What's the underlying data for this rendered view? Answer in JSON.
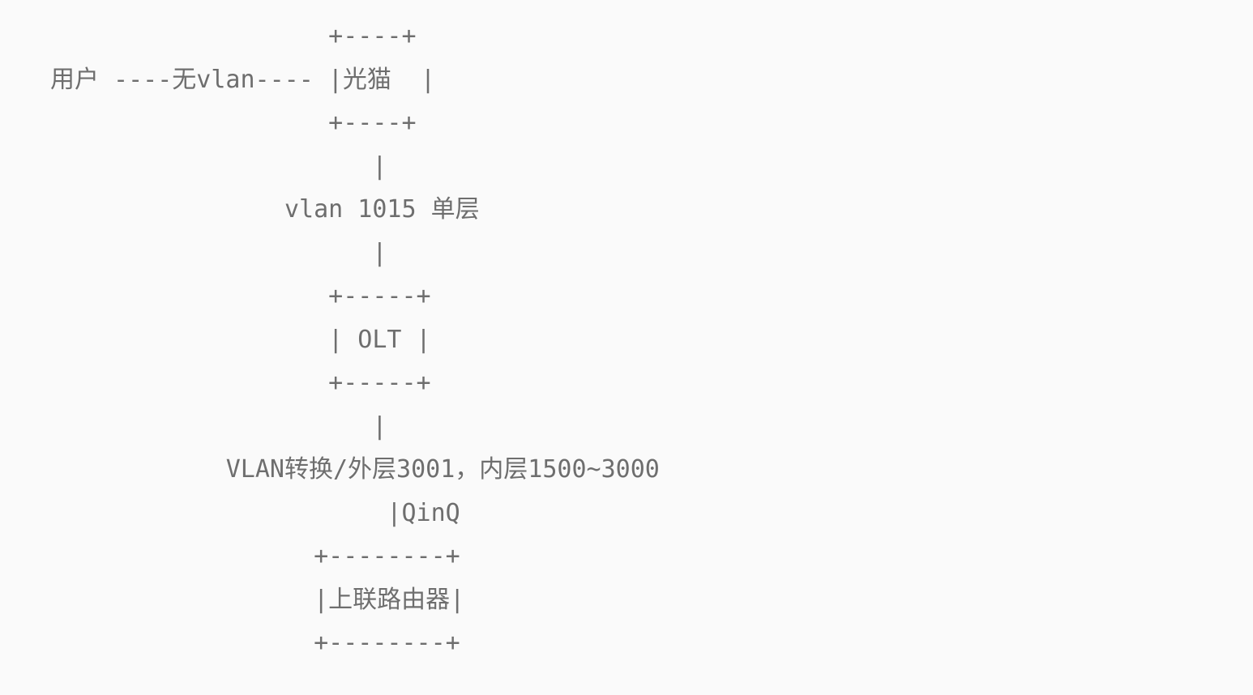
{
  "panel": {
    "background_color": "#fafafa",
    "text_color": "#6e6e6e",
    "corner_radius": "14px"
  },
  "diagram": {
    "kind": "ascii-art-network-topology",
    "description": "PON access network VLAN tagging path from subscriber through ONU, OLT and uplink router",
    "nodes": [
      {
        "id": "user",
        "label": "用户"
      },
      {
        "id": "onu",
        "label": "光猫",
        "box_top": "+----+",
        "box_body": "|光猫  |",
        "box_bottom": "+----+"
      },
      {
        "id": "olt",
        "label": "OLT",
        "box_top": "+-----+",
        "box_body": "| OLT |",
        "box_bottom": "+-----+"
      },
      {
        "id": "uplink-router",
        "label": "上联路由器",
        "box_top": "+--------+",
        "box_body": "|上联路由器|",
        "box_bottom": "+--------+"
      }
    ],
    "links": [
      {
        "id": "user-to-onu",
        "label": "无vlan",
        "rendered": "----无vlan----"
      },
      {
        "id": "onu-to-olt",
        "label": "vlan 1015 单层"
      },
      {
        "id": "olt-to-router",
        "label": "VLAN转换/外层3001，内层1500~3000"
      },
      {
        "id": "qinq-tag",
        "label": "QinQ",
        "rendered": "|QinQ"
      }
    ],
    "vlan_values": {
      "access_vlan": "1015",
      "outer_vlan": "3001",
      "inner_vlan_range": "1500~3000",
      "encapsulation": "QinQ",
      "user_side_tagging": "无vlan"
    },
    "lines": [
      "                   +----+",
      "用户 ----无vlan---- |光猫  |",
      "                   +----+",
      "                      |",
      "                vlan 1015 单层",
      "                      |",
      "                   +-----+",
      "                   | OLT |",
      "                   +-----+",
      "                      |",
      "            VLAN转换/外层3001，内层1500~3000",
      "                       |QinQ",
      "                  +--------+",
      "                  |上联路由器|",
      "                  +--------+"
    ]
  }
}
